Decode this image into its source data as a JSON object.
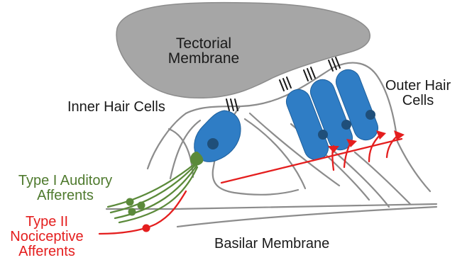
{
  "labels": {
    "tectorial_membrane": [
      "Tectorial",
      "Membrane"
    ],
    "inner_hair_cells": "Inner Hair Cells",
    "outer_hair_cells": [
      "Outer Hair",
      "Cells"
    ],
    "type1_afferents": [
      "Type I Auditory",
      "Afferents"
    ],
    "type2_afferents": [
      "Type II",
      "Nociceptive",
      "Afferents"
    ],
    "basilar_membrane": "Basilar Membrane"
  },
  "colors": {
    "membrane_fill": "#a6a6a6",
    "outline": "#8c8c8c",
    "hair_cell": "#2f7dc5",
    "nucleus": "#1f4f7a",
    "type1": "#5b8a3a",
    "type1_text": "#4f7a2e",
    "type2": "#e41e1e"
  }
}
